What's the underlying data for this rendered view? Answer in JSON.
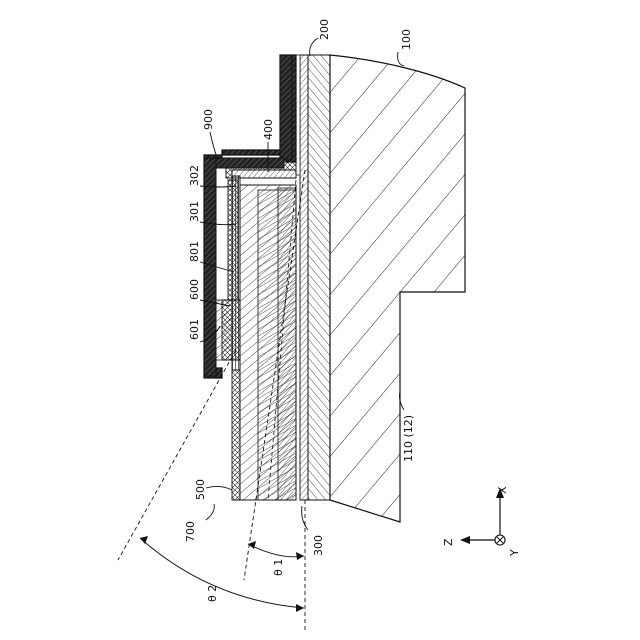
{
  "labels": {
    "l100": "100",
    "l200": "200",
    "l900": "900",
    "l400": "400",
    "l302": "302",
    "l301": "301",
    "l801": "801",
    "l600": "600",
    "l601": "601",
    "l110": "110 (12)",
    "l500": "500",
    "l700": "700",
    "l300": "300",
    "theta1": "θ 1",
    "theta2": "θ 2",
    "axis_z": "Z",
    "axis_x": "X",
    "axis_y": "Y"
  }
}
